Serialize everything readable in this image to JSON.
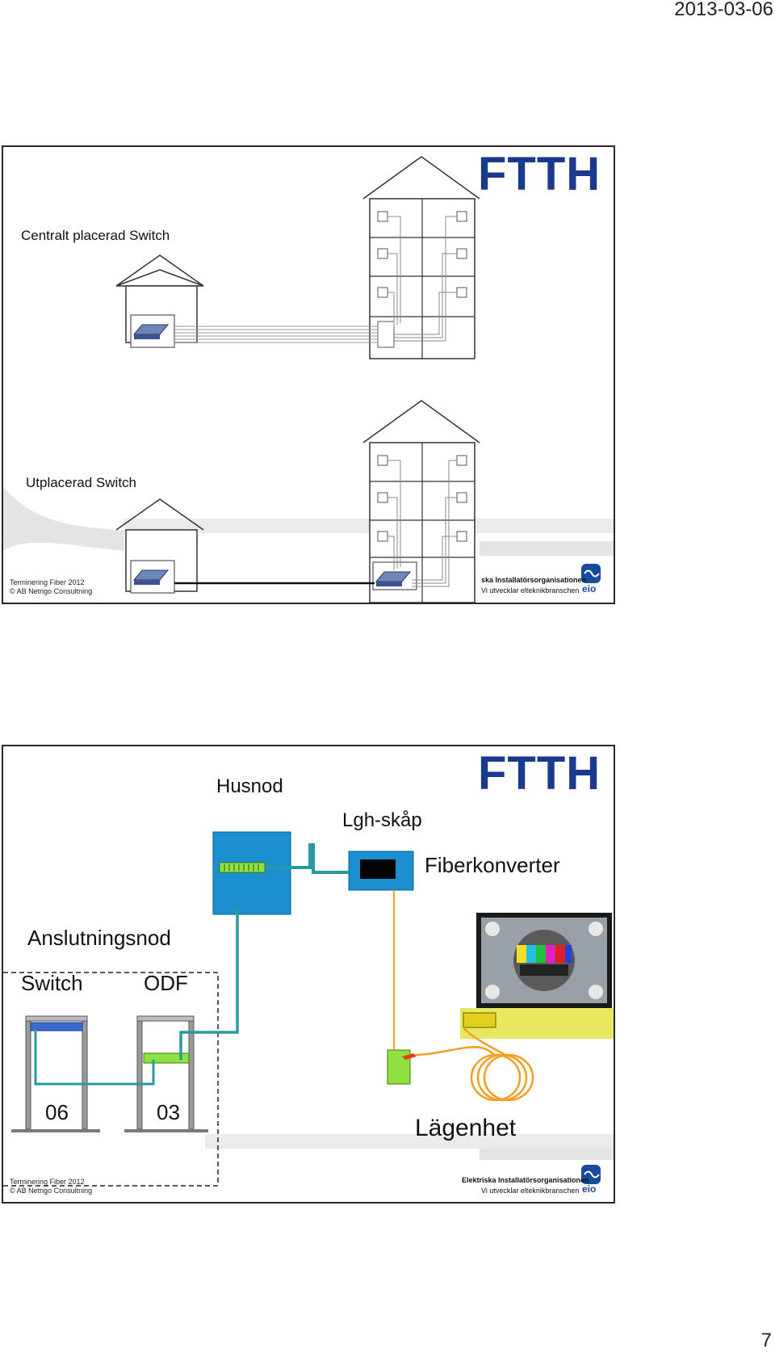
{
  "page": {
    "date": "2013-03-06",
    "number": "7"
  },
  "slide1": {
    "logo": "FTTH",
    "label_central": "Centralt placerad Switch",
    "label_distributed": "Utplacerad Switch",
    "footer": {
      "line1": "Terminering Fiber 2012",
      "line2": "© AB Netrigo Consultning"
    },
    "org": {
      "line1": "ska Installatörsorganisationen",
      "line2": "Vi utvecklar elteknikbranschen",
      "logo": "eio"
    }
  },
  "slide2": {
    "logo": "FTTH",
    "husnod": "Husnod",
    "lgh_skap": "Lgh-skåp",
    "fiberkonverter": "Fiberkonverter",
    "anslutningsnod": "Anslutningsnod",
    "switch": "Switch",
    "odf": "ODF",
    "rack1_num": "06",
    "rack2_num": "03",
    "lagenhet": "Lägenhet",
    "footer": {
      "line1": "Terminering Fiber 2012",
      "line2": "© AB Netrigo Consultning"
    },
    "org": {
      "line1": "Elektriska Installatörsorganisationen",
      "line2": "Vi utvecklar elteknikbranschen",
      "logo": "eio"
    }
  },
  "colors": {
    "brand_blue": "#1a3a8f",
    "node_blue": "#1b8fd0",
    "cable_teal": "#2a9aa2",
    "fiber_orange": "#f0a020",
    "patch_green": "#8fe040",
    "shelf_yellow": "#e8e860"
  }
}
